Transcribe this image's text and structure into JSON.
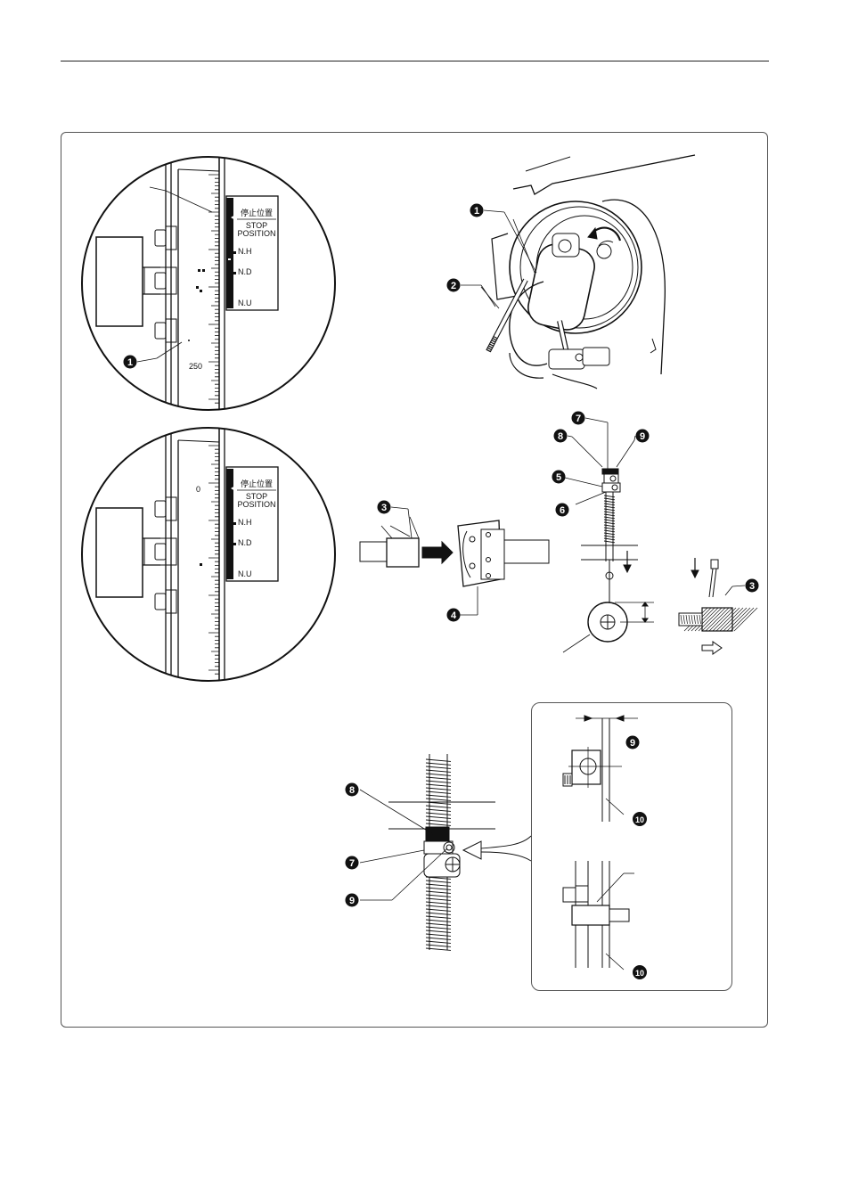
{
  "scale_panel": {
    "label_jp": "停止位置",
    "label_en_1": "STOP",
    "label_en_2": "POSITION",
    "nh": "N.H",
    "nd": "N.D",
    "nu": "N.U"
  },
  "scale_top": {
    "reading": "250"
  },
  "scale_bottom": {
    "reading": "0"
  },
  "callouts": {
    "c1": "1",
    "c2": "2",
    "c3": "3",
    "c4": "4",
    "c5": "5",
    "c6": "6",
    "c7": "7",
    "c8": "8",
    "c9": "9",
    "c10": "10"
  }
}
